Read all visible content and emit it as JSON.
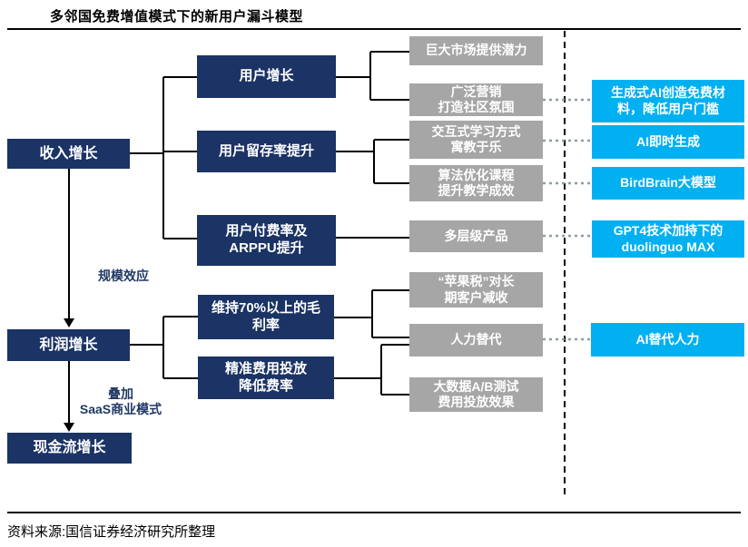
{
  "title": "多邻国免费增值模式下的新用户漏斗模型",
  "source": "资料来源:国信证券经济研究所整理",
  "colors": {
    "navy_box": "#1b3365",
    "gray_box": "#a6a6a6",
    "cyan_box": "#00b0f0",
    "connector_solid": "#000000",
    "connector_dotted": "#8f9e9e",
    "label_text": "#1f3864"
  },
  "flow": {
    "left_chain": {
      "revenue": "收入增长",
      "profit": "利润增长",
      "cashflow": "现金流增长",
      "scale_label": "规模效应",
      "saas_label": "叠加\nSaaS商业模式"
    },
    "drivers": {
      "user_growth": "用户增长",
      "retention": "用户留存率提升",
      "payment": "用户付费率及\nARPPU提升",
      "margin": "维持70%以上的毛\n利率",
      "expense": "精准费用投放\n降低费率"
    },
    "tactics": {
      "market": "巨大市场提供潜力",
      "marketing": "广泛营销\n打造社区氛围",
      "interactive": "交互式学习方式\n寓教于乐",
      "algorithm": "算法优化课程\n提升教学成效",
      "product": "多层级产品",
      "apple_tax": "“苹果税”对长\n期客户减收",
      "human": "人力替代",
      "bigdata": "大数据A/B测试\n费用投放效果"
    },
    "ai": {
      "gen_ai": "生成式AI创造免费材\n料，降低用户门槛",
      "instant": "AI即时生成",
      "birdbrain": "BirdBrain大模型",
      "gpt4": "GPT4技术加持下的\nduolinguo MAX",
      "replace": "AI替代人力"
    }
  }
}
